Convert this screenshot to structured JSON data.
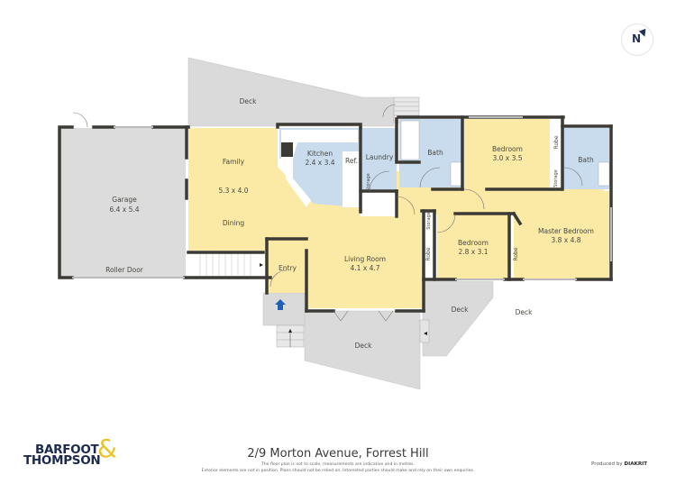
{
  "compass": {
    "label": "N",
    "icon": "north-arrow-icon"
  },
  "rooms": {
    "garage": {
      "name": "Garage",
      "size": "6.4 x 5.4"
    },
    "roller_door": "Roller Door",
    "family": {
      "name": "Family",
      "size": "5.3 x 4.0"
    },
    "dining": "Dining",
    "kitchen": {
      "name": "Kitchen",
      "size": "2.4 x 3.4"
    },
    "ref": "Ref.",
    "laundry": "Laundry",
    "storage": "Storage",
    "bath1": "Bath",
    "bedroom1": {
      "name": "Bedroom",
      "size": "3.0 x 3.5"
    },
    "robe": "Robe",
    "bath2": "Bath",
    "bedroom2": {
      "name": "Bedroom",
      "size": "2.8 x 3.1"
    },
    "master": {
      "name": "Master Bedroom",
      "size": "3.8 x 4.8"
    },
    "living": {
      "name": "Living Room",
      "size": "4.1 x 4.7"
    },
    "entry": "Entry",
    "deck": "Deck"
  },
  "footer": {
    "address": "2/9 Morton Avenue, Forrest Hill",
    "note_line1": "The floor plan is not to scale, measurements are indicative and in metres.",
    "note_line2": "Exterior elements are not in position. Plans should not be relied on. Interested parties should make and rely on their own enquiries.",
    "produced_prefix": "Produced by",
    "produced_brand": "DIAKRIT"
  },
  "brand": {
    "line1": "BARFOOT",
    "line2": "THOMPSON",
    "amp": "&"
  },
  "colors": {
    "living": "#fbe9a6",
    "wet": "#c9dcee",
    "garage": "#dcdcdc",
    "deck": "#dadada",
    "wall": "#3c3a35",
    "entry_arrow": "#1f5fb8",
    "brand_navy": "#1d2a4d",
    "brand_gold": "#e8c32a"
  }
}
